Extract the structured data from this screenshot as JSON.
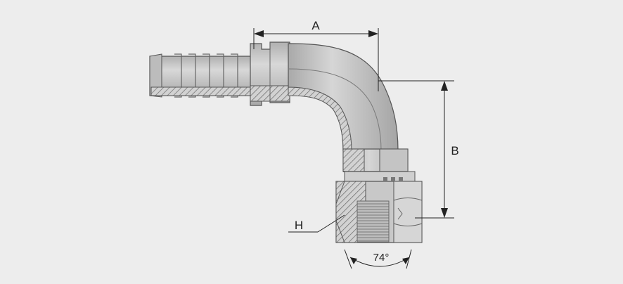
{
  "diagram": {
    "labels": {
      "dim_a": "A",
      "dim_b": "B",
      "dim_h": "H",
      "angle": "74°"
    },
    "colors": {
      "background": "#ededed",
      "metal_light": "#c9c9c9",
      "metal_mid": "#b3b3b3",
      "metal_dark": "#8e8e8e",
      "outline": "#555555",
      "hatch": "#6a6a6a",
      "dimension": "#222222"
    }
  }
}
